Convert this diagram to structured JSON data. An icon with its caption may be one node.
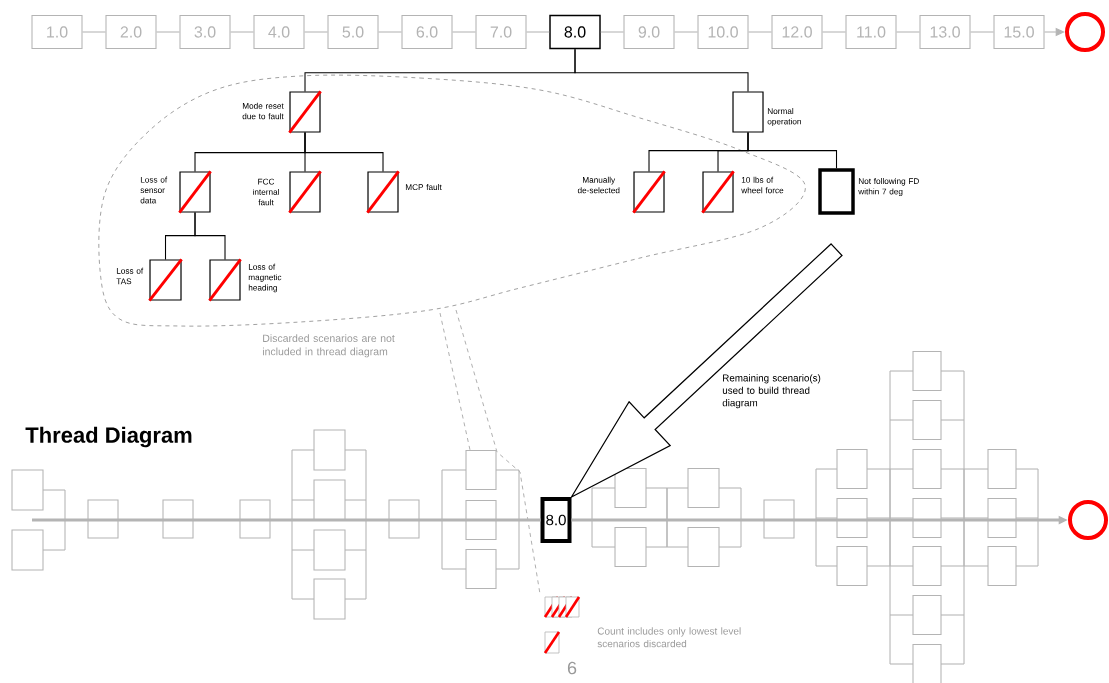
{
  "diagram": {
    "title": "Thread Diagram",
    "nodes": [
      {
        "text": [
          "1.0"
        ]
      },
      {
        "text": [
          "2.0"
        ]
      },
      {
        "text": [
          "3.0"
        ]
      },
      {
        "text": [
          "4.0"
        ]
      },
      {
        "text": [
          "5.0"
        ]
      },
      {
        "text": [
          "6.0"
        ]
      },
      {
        "text": [
          "7.0"
        ]
      },
      {
        "text": [
          "8.0"
        ]
      },
      {
        "text": [
          "9.0"
        ]
      },
      {
        "text": [
          "10.0"
        ]
      },
      {
        "text": [
          "12.0"
        ]
      },
      {
        "text": [
          "11.0"
        ]
      },
      {
        "text": [
          "13.0"
        ]
      },
      {
        "text": [
          "15.0"
        ]
      },
      {
        "text": [],
        "shape": "circle"
      },
      {
        "text": [
          "Mode reset due to fault"
        ]
      },
      {
        "text": [
          "Normal operation"
        ]
      },
      {
        "text": [
          "Loss of sensor data"
        ]
      },
      {
        "text": [
          "FCC internal fault"
        ]
      },
      {
        "text": [
          "MCP fault"
        ]
      },
      {
        "text": [
          "Loss of TAS"
        ]
      },
      {
        "text": [
          "Loss of magnetic heading"
        ]
      },
      {
        "text": [
          "Manually de-selected"
        ]
      },
      {
        "text": [
          "10 lbs of wheel force"
        ]
      },
      {
        "text": [
          "Not following FD within 7 deg"
        ]
      },
      {
        "text": [
          "8.0"
        ]
      },
      {
        "text": [],
        "shape": "circle"
      }
    ],
    "edges": [
      {
        "from": 0,
        "to": 1,
        "arrow": "none"
      },
      {
        "from": 1,
        "to": 2,
        "arrow": "none"
      },
      {
        "from": 2,
        "to": 3,
        "arrow": "none"
      },
      {
        "from": 3,
        "to": 4,
        "arrow": "none"
      },
      {
        "from": 4,
        "to": 5,
        "arrow": "none"
      },
      {
        "from": 5,
        "to": 6,
        "arrow": "none"
      },
      {
        "from": 6,
        "to": 7,
        "arrow": "none"
      },
      {
        "from": 7,
        "to": 8,
        "arrow": "none"
      },
      {
        "from": 8,
        "to": 9,
        "arrow": "none"
      },
      {
        "from": 9,
        "to": 10,
        "arrow": "none"
      },
      {
        "from": 10,
        "to": 11,
        "arrow": "none"
      },
      {
        "from": 11,
        "to": 12,
        "arrow": "none"
      },
      {
        "from": 12,
        "to": 13,
        "arrow": "none"
      },
      {
        "from": 13,
        "to": 14,
        "arrow": "to"
      },
      {
        "from": 7,
        "to": 15,
        "arrow": "none",
        "color": "#000000"
      },
      {
        "from": 7,
        "to": 16,
        "arrow": "none",
        "color": "#000000"
      },
      {
        "from": 15,
        "to": 17,
        "arrow": "none",
        "color": "#000000"
      },
      {
        "from": 15,
        "to": 18,
        "arrow": "none",
        "color": "#000000"
      },
      {
        "from": 15,
        "to": 19,
        "arrow": "none",
        "color": "#000000"
      },
      {
        "from": 17,
        "to": 20,
        "arrow": "none",
        "color": "#000000"
      },
      {
        "from": 17,
        "to": 21,
        "arrow": "none",
        "color": "#000000"
      },
      {
        "from": 16,
        "to": 22,
        "arrow": "none",
        "color": "#000000"
      },
      {
        "from": 16,
        "to": 23,
        "arrow": "none",
        "color": "#000000"
      },
      {
        "from": 16,
        "to": 24,
        "arrow": "none",
        "color": "#000000"
      },
      {
        "from": 24,
        "to": 25,
        "arrow": "to",
        "style": "thick",
        "color": "#000000",
        "label": "Remaining scenario(s) used to build thread diagram"
      },
      {
        "from": null,
        "to": 25,
        "arrow": "none",
        "style": "thick"
      },
      {
        "from": 25,
        "to": 26,
        "arrow": "to",
        "style": "thick"
      }
    ],
    "labels": [
      "Discarded scenarios are not included in thread diagram",
      "Count includes only lowest level scenarios discarded",
      "6"
    ]
  }
}
